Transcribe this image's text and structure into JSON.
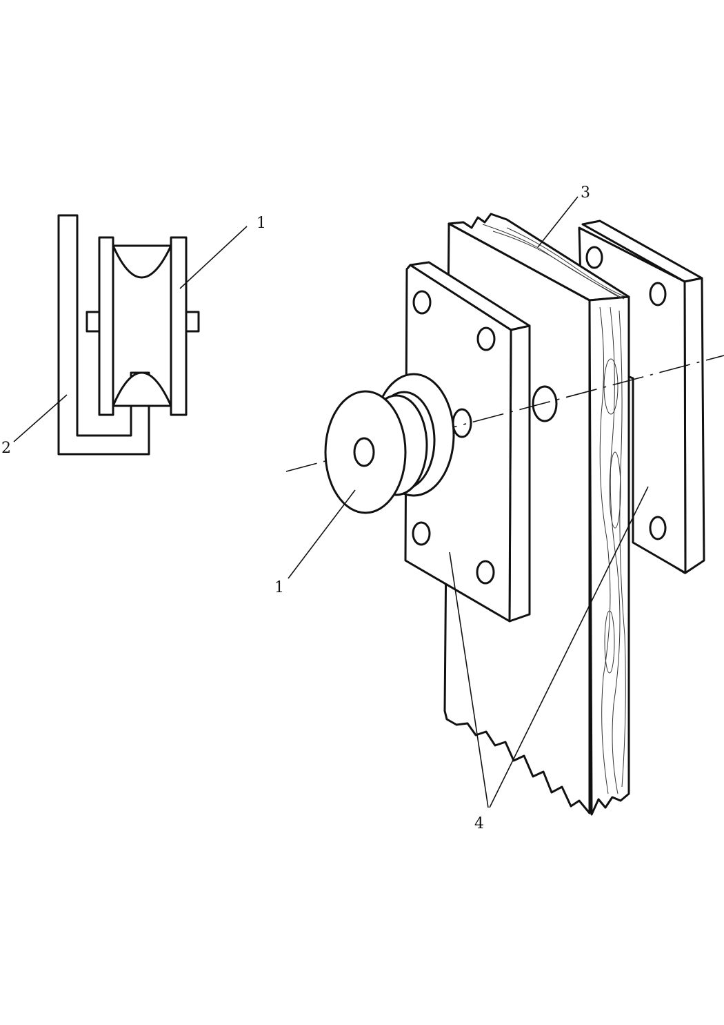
{
  "labels": {
    "side_view": {
      "roller": "1",
      "bracket": "2"
    },
    "iso_view": {
      "roller": "1",
      "board": "3",
      "plates": "4"
    }
  }
}
